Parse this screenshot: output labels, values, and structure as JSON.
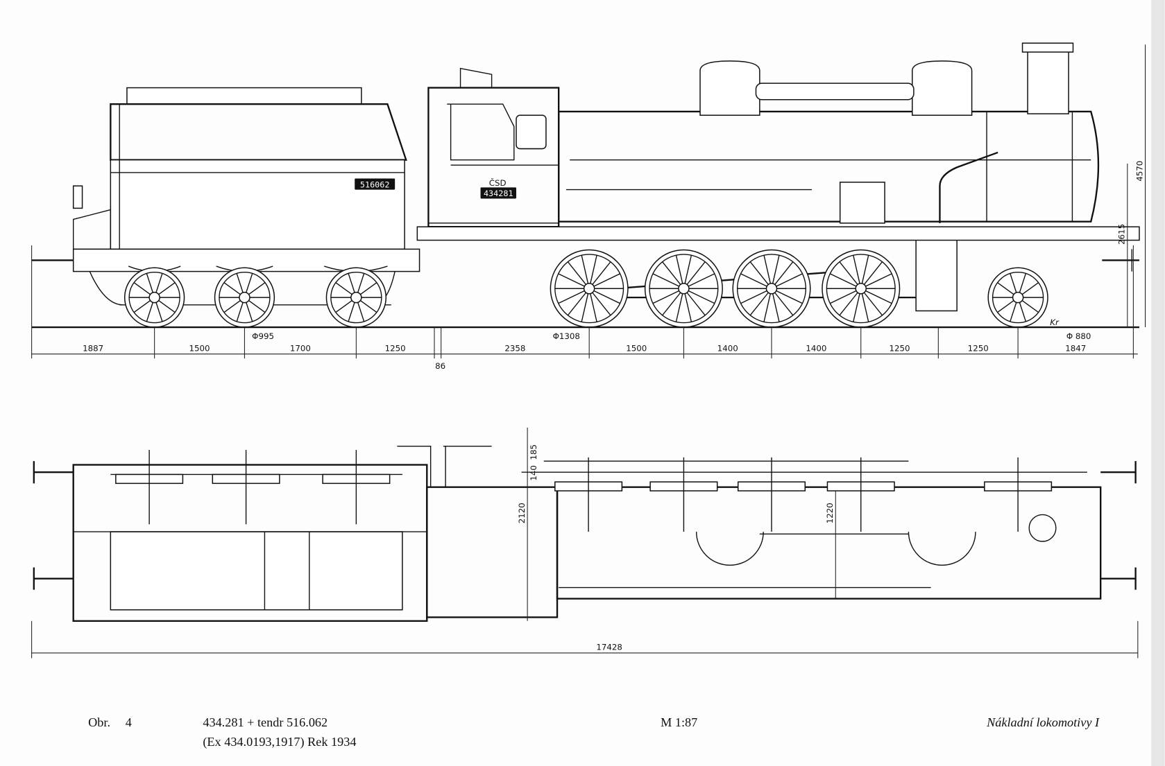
{
  "drawing": {
    "tender_number": "516062",
    "operator_mark": "ČSD",
    "loco_number": "434281",
    "elevation_dims": [
      "1887",
      "1500",
      "1700",
      "1250",
      "2358",
      "1500",
      "1400",
      "1400",
      "1250",
      "1250",
      "1847"
    ],
    "gap_dim": "86",
    "wheel_diameters": {
      "tender": "Φ995",
      "driver": "Φ1308",
      "pony": "Φ 880"
    },
    "height_dims": {
      "total": "4570",
      "boiler_axis": "2615"
    },
    "plan_dims": {
      "overall_length": "17428",
      "width_a": "2120",
      "width_b": "1220",
      "offset_a": "185",
      "offset_b": "140"
    },
    "signature": "Kr"
  },
  "caption": {
    "figure_label": "Obr.",
    "figure_number": "4",
    "title_line1": "434.281 + tendr 516.062",
    "title_line2": "(Ex 434.0193,1917) Rek 1934",
    "scale": "M 1:87",
    "section": "Nákladní lokomotivy I"
  }
}
